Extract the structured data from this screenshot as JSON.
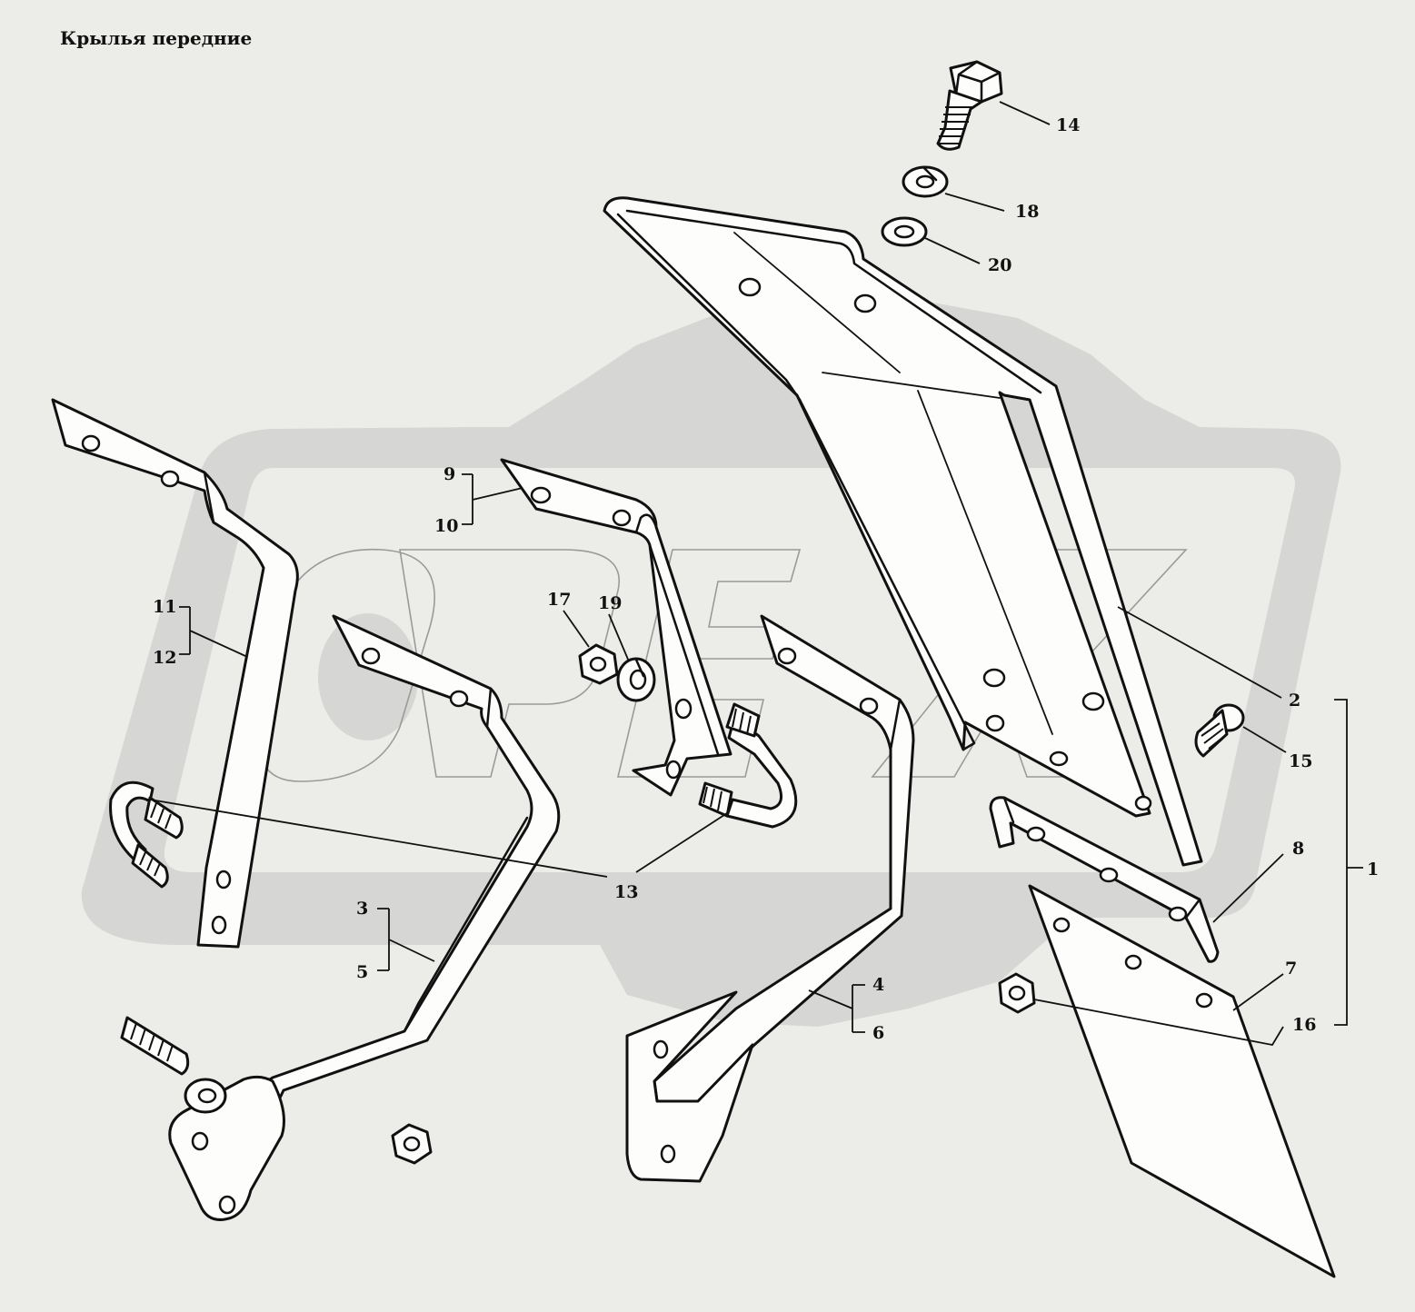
{
  "page": {
    "title": "Крылья передние"
  },
  "watermark": {
    "letters": "OPEX",
    "color": "#d6d6d4"
  },
  "colors": {
    "background": "#ecece8",
    "line": "#111111",
    "part_fill": "#fdfdfb"
  },
  "callouts": {
    "c1": "1",
    "c2": "2",
    "c3": "3",
    "c4": "4",
    "c5": "5",
    "c6": "6",
    "c7": "7",
    "c8": "8",
    "c9": "9",
    "c10": "10",
    "c11": "11",
    "c12": "12",
    "c13": "13",
    "c14": "14",
    "c15": "15",
    "c16": "16",
    "c17": "17",
    "c18": "18",
    "c19": "19",
    "c20": "20"
  }
}
